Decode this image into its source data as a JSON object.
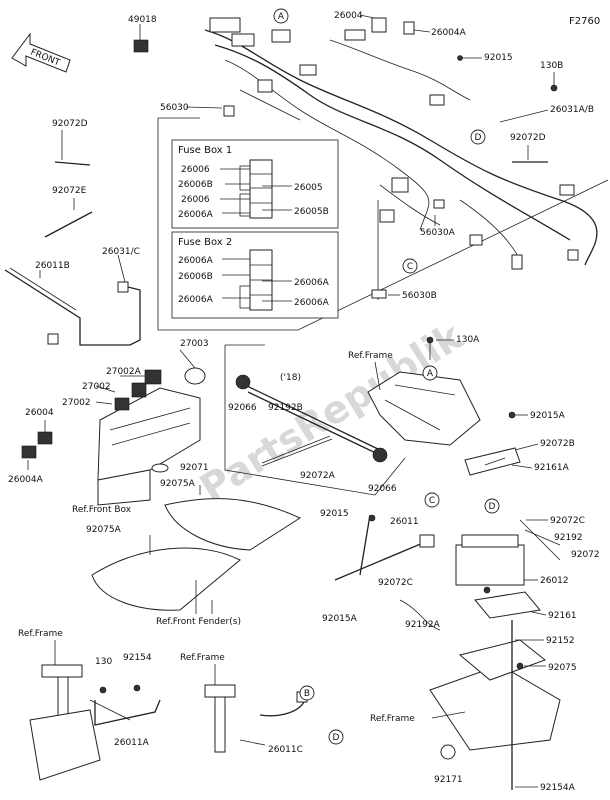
{
  "figure_code": "F2760",
  "front_arrow": "FRONT",
  "watermark": "PartsRepublik",
  "fuse_box_1": {
    "title": "Fuse Box 1",
    "left": [
      "26006",
      "26006B",
      "26006",
      "26006A"
    ],
    "right": [
      "26005",
      "26005B"
    ]
  },
  "fuse_box_2": {
    "title": "Fuse Box 2",
    "left": [
      "26006A",
      "26006B",
      "26006A"
    ],
    "right": [
      "26006A",
      "26006A"
    ]
  },
  "year_tag": "('18)",
  "refs": {
    "ref_frame": "Ref.Frame",
    "ref_front_box": "Ref.Front Box",
    "ref_front_fenders": "Ref.Front Fender(s)"
  },
  "callouts": {
    "a": "A",
    "b": "B",
    "c": "C",
    "d": "D"
  },
  "parts": {
    "p49018": "49018",
    "p26004_top": "26004",
    "p26004a_top": "26004A",
    "p56030": "56030",
    "p92015_top": "92015",
    "p130b": "130B",
    "p26031ab": "26031A/B",
    "p92072d_left": "92072D",
    "p92072e": "92072E",
    "p26031c": "26031/C",
    "p26011b": "26011B",
    "p92072d_right": "92072D",
    "p56030a": "56030A",
    "p56030b": "56030B",
    "p27003": "27003",
    "p27002a": "27002A",
    "p27002_1": "27002",
    "p27002_2": "27002",
    "p26004_mid": "26004",
    "p26004a_mid": "26004A",
    "p130a": "130A",
    "p92066_a": "92066",
    "p92192b": "92192B",
    "p92072a": "92072A",
    "p92066_b": "92066",
    "p92071": "92071",
    "p92075a_1": "92075A",
    "p92075a_2": "92075A",
    "p92015a_1": "92015A",
    "p92072b": "92072B",
    "p92161a": "92161A",
    "p92015": "92015",
    "p26011": "26011",
    "p92072c_1": "92072C",
    "p92192": "92192",
    "p92072": "92072",
    "p26012": "26012",
    "p92072c_2": "92072C",
    "p92161": "92161",
    "p92015a_2": "92015A",
    "p92192a": "92192A",
    "p92152": "92152",
    "p130": "130",
    "p92154": "92154",
    "p26011a": "26011A",
    "p26011c": "26011C",
    "p92075": "92075",
    "p92171": "92171",
    "p92154a": "92154A"
  }
}
